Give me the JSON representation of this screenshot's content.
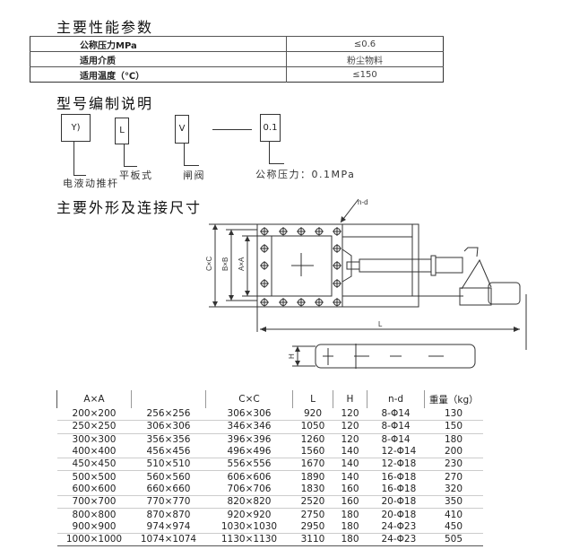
{
  "sections": {
    "performance_title": "主要性能参数",
    "model_title": "型号编制说明",
    "dimensions_title": "主要外形及连接尺寸"
  },
  "performance": [
    {
      "name": "公称压力MPa",
      "value": "≤0.6"
    },
    {
      "name": "适用介质",
      "value": "粉尘物料"
    },
    {
      "name": "适用温度（℃）",
      "value": "≤150"
    }
  ],
  "model_code": {
    "boxes": [
      "Y)",
      "L",
      "V",
      "0.1"
    ],
    "labels": [
      "电液动推杆",
      "平板式",
      "闸阀",
      "公称压力：0.1MPa"
    ]
  },
  "drawing": {
    "labels": {
      "cc": "C×C",
      "bb": "B×B",
      "aa": "A×A",
      "nd": "n-d",
      "l": "L",
      "h": "H"
    }
  },
  "dimensions_table": {
    "headers": [
      "A×A",
      "",
      "C×C",
      "L",
      "H",
      "n-d",
      "重量（kg）"
    ],
    "rows": [
      [
        "200×200",
        "256×256",
        "306×306",
        "920",
        "120",
        "8-Φ14",
        "130"
      ],
      [
        "250×250",
        "306×306",
        "346×346",
        "1050",
        "120",
        "8-Φ14",
        "150"
      ],
      [
        "300×300",
        "356×356",
        "396×396",
        "1260",
        "120",
        "8-Φ14",
        "180"
      ],
      [
        "400×400",
        "456×456",
        "496×496",
        "1560",
        "140",
        "12-Φ14",
        "200"
      ],
      [
        "450×450",
        "510×510",
        "556×556",
        "1670",
        "140",
        "12-Φ18",
        "230"
      ],
      [
        "500×500",
        "560×560",
        "606×606",
        "1890",
        "140",
        "16-Φ18",
        "270"
      ],
      [
        "600×600",
        "660×660",
        "706×706",
        "1830",
        "160",
        "16-Φ18",
        "320"
      ],
      [
        "700×700",
        "770×770",
        "820×820",
        "2520",
        "160",
        "20-Φ18",
        "350"
      ],
      [
        "800×800",
        "870×870",
        "920×920",
        "2750",
        "180",
        "20-Φ18",
        "410"
      ],
      [
        "900×900",
        "974×974",
        "1030×1030",
        "2950",
        "180",
        "24-Φ23",
        "450"
      ],
      [
        "1000×1000",
        "1074×1074",
        "1130×1130",
        "3110",
        "180",
        "24-Φ23",
        "505"
      ]
    ]
  }
}
